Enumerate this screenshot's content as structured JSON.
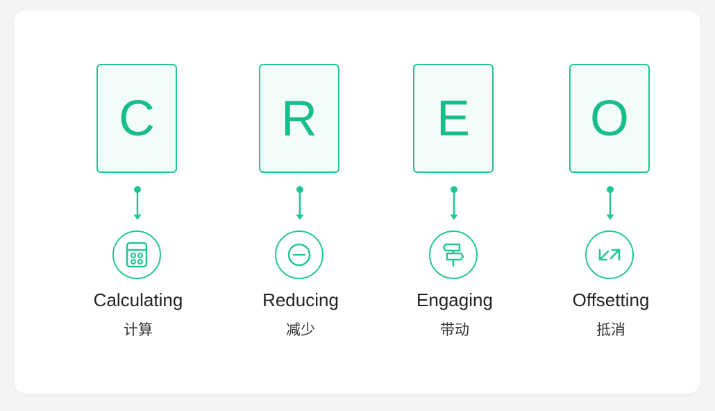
{
  "accent_color": "#21c596",
  "items": [
    {
      "letter": "C",
      "title": "Calculating",
      "subtitle": "计算",
      "icon": "calculator-icon"
    },
    {
      "letter": "R",
      "title": "Reducing",
      "subtitle": "减少",
      "icon": "minus-circle-icon"
    },
    {
      "letter": "E",
      "title": "Engaging",
      "subtitle": "带动",
      "icon": "signpost-icon"
    },
    {
      "letter": "O",
      "title": "Offsetting",
      "subtitle": "抵消",
      "icon": "offset-arrows-icon"
    }
  ]
}
